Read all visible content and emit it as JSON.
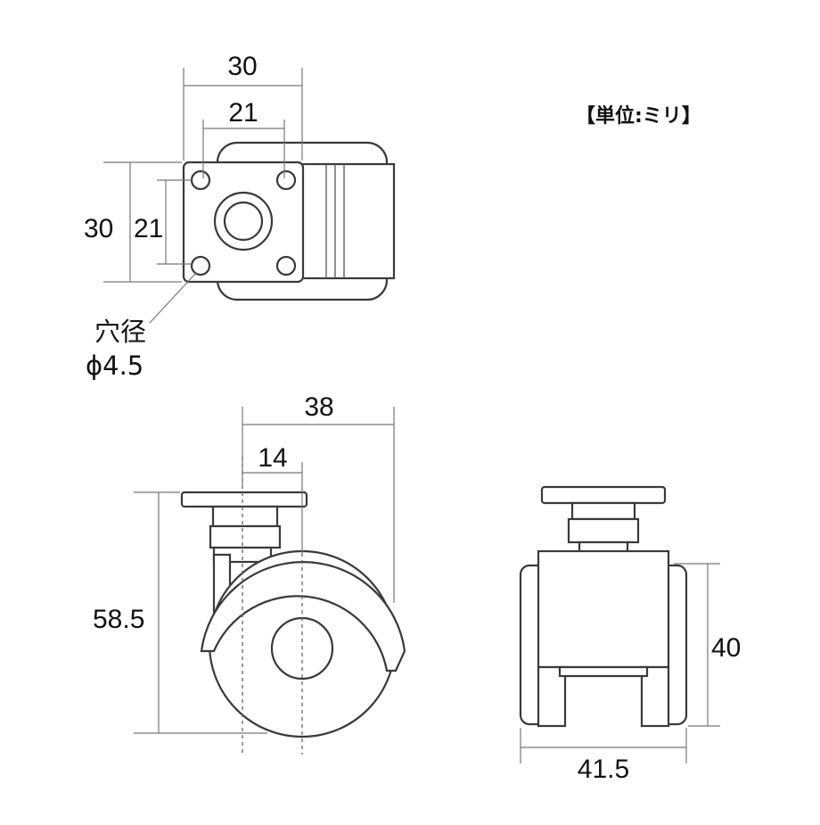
{
  "unit_label": "【単位:ミリ】",
  "top_view": {
    "width_outer": "30",
    "width_holes": "21",
    "height_outer": "30",
    "height_holes": "21",
    "hole_label_line1": "穴径",
    "hole_label_line2": "ϕ4.5"
  },
  "side_view": {
    "total_width": "38",
    "offset": "14",
    "height": "58.5"
  },
  "front_view": {
    "wheel_height": "40",
    "width": "41.5"
  }
}
